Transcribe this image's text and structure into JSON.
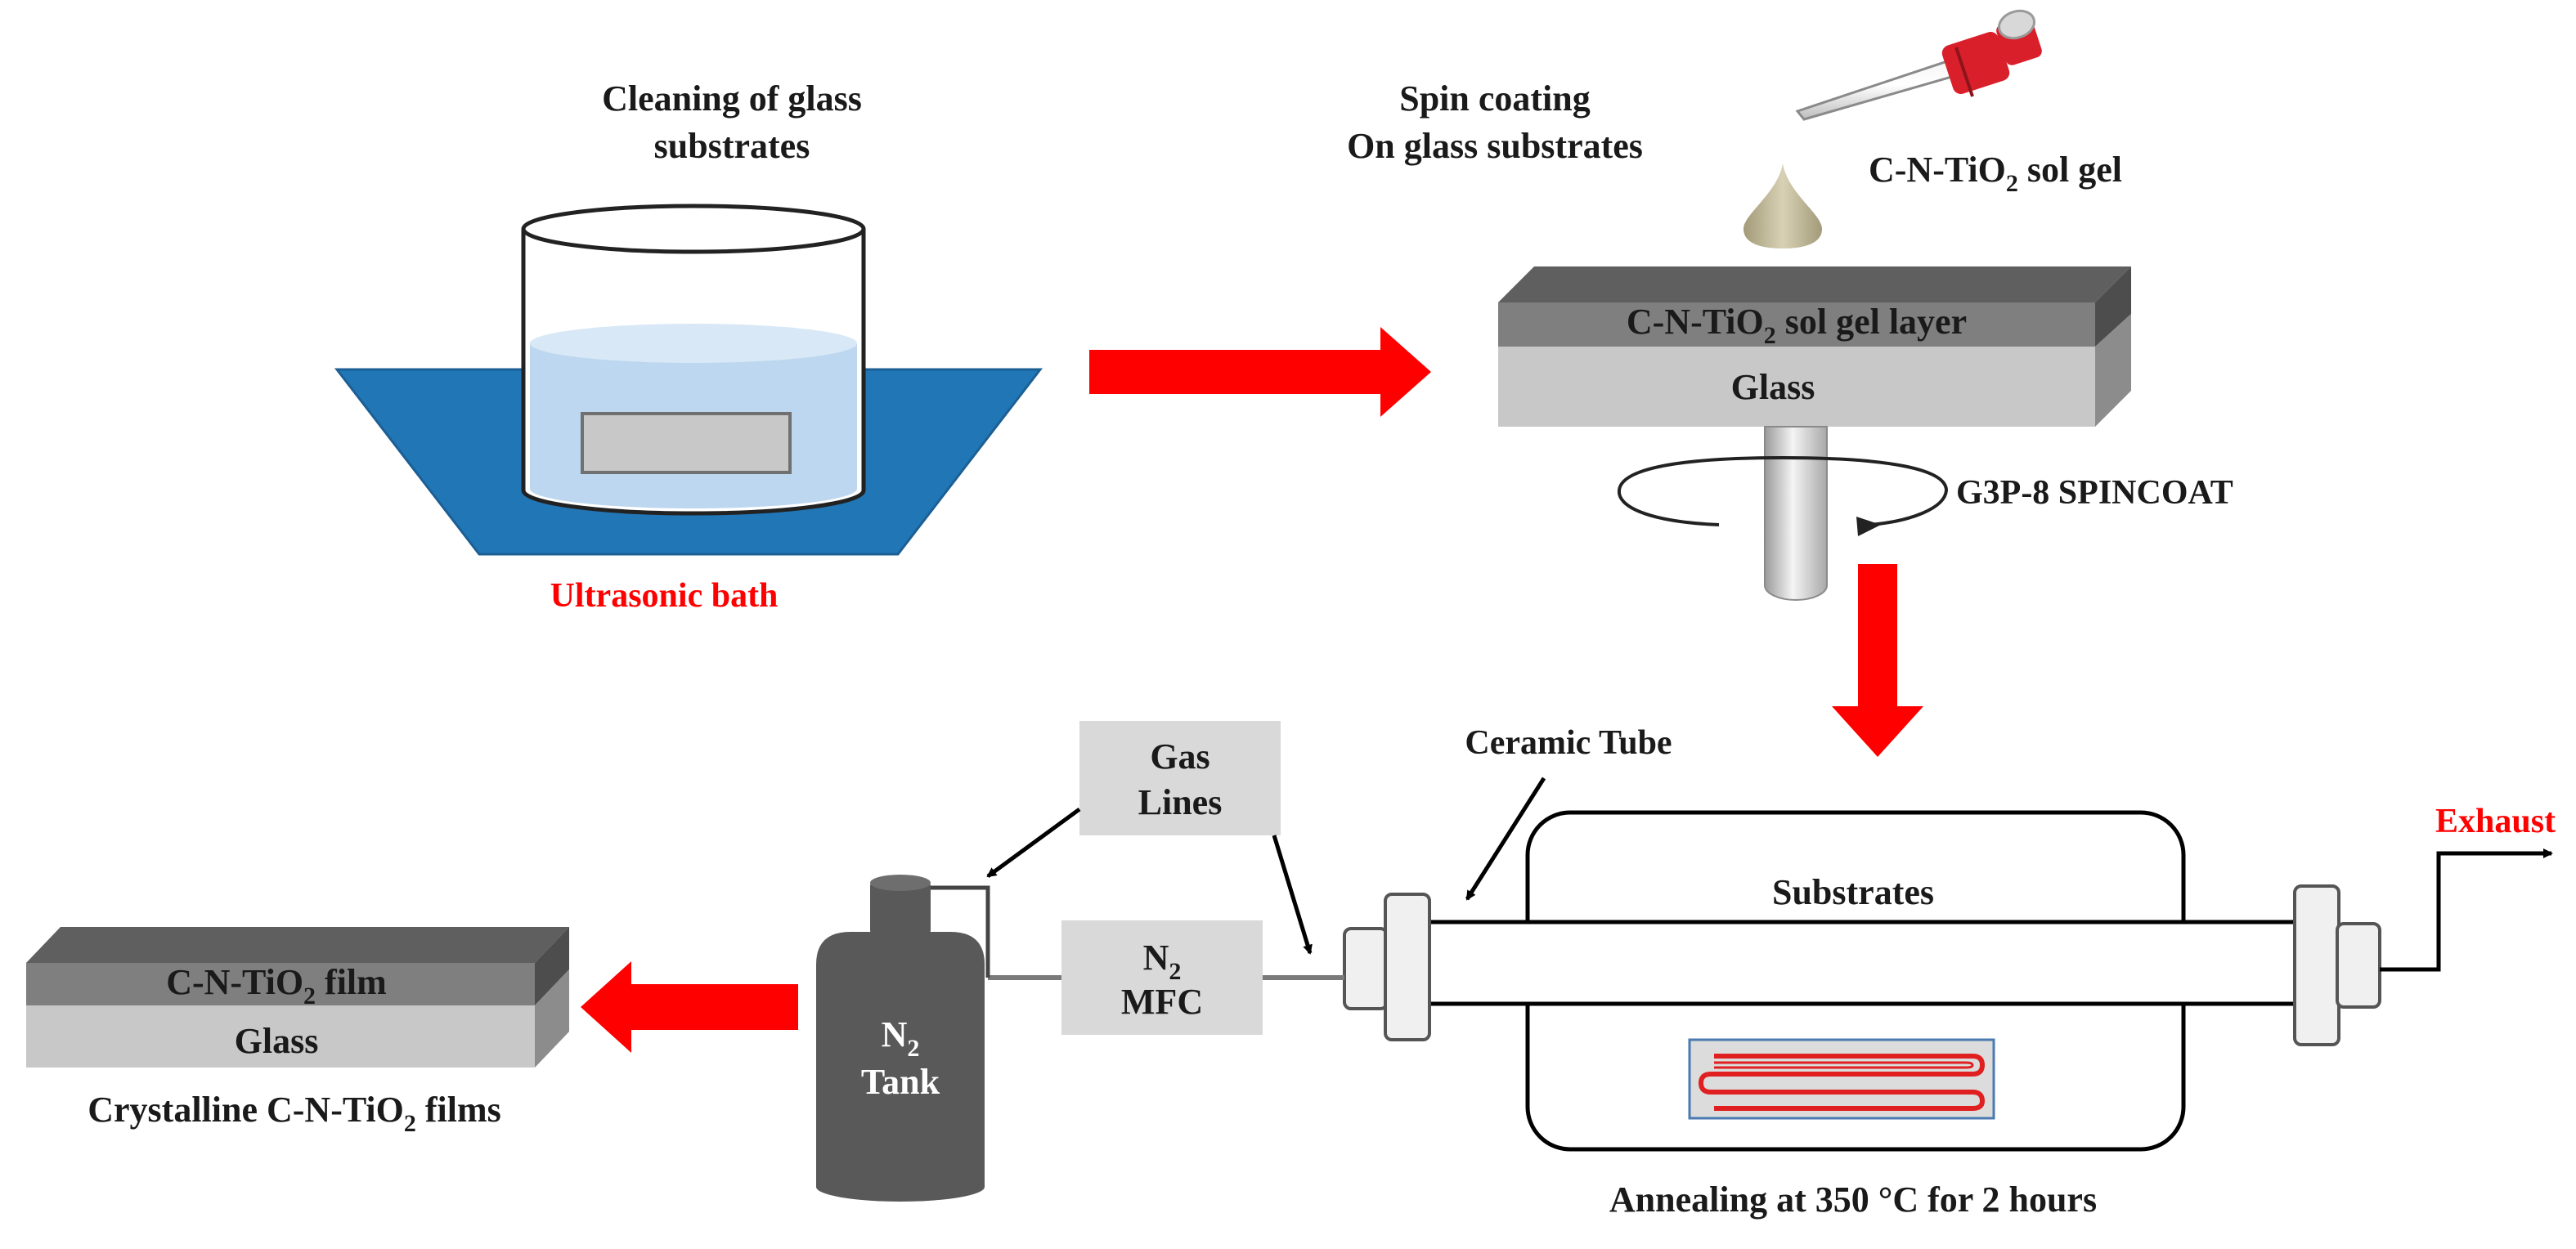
{
  "colors": {
    "arrow": "#ff0000",
    "label_red": "#ff0000",
    "text": "#1a1a1a",
    "bath_blue": "#2176b6",
    "water_blue": "#bcd7ef",
    "glass_gray": "#c8c8c8",
    "film_gray": "#7f7f7f",
    "tank_gray": "#595959",
    "box_gray": "#d9d9d9",
    "dropper_red": "#d9202a",
    "heater_red": "#e02020",
    "drop_tan": "#b5ab8a"
  },
  "labels": {
    "cleaning_line1": "Cleaning of glass",
    "cleaning_line2": "substrates",
    "ultrasonic_bath": "Ultrasonic bath",
    "spin_line1": "Spin coating",
    "spin_line2": "On glass substrates",
    "sol_gel": {
      "pre": "C-N-TiO",
      "sub": "2",
      "post": " sol gel"
    },
    "sol_gel_layer": {
      "pre": "C-N-TiO",
      "sub": "2",
      "post": " sol gel layer"
    },
    "glass_top": "Glass",
    "spincoat": "G3P-8 SPINCOAT",
    "ceramic_tube": "Ceramic Tube",
    "gas_lines_line1": "Gas",
    "gas_lines_line2": "Lines",
    "exhaust": "Exhaust",
    "substrates": "Substrates",
    "mfc": {
      "n": "N",
      "sub": "2",
      "line2": "MFC"
    },
    "tank": {
      "n": "N",
      "sub": "2",
      "line2": "Tank"
    },
    "annealing": "Annealing at 350 °C for 2 hours",
    "film_layer": {
      "pre": "C-N-TiO",
      "sub": "2",
      "post": " film"
    },
    "glass_bottom": "Glass",
    "crystalline": {
      "pre": "Crystalline C-N-TiO",
      "sub": "2",
      "post": " films"
    }
  },
  "icons": {
    "bath": "ultrasonic-bath-icon",
    "beaker": "beaker-icon",
    "dropper": "dropper-icon",
    "drop": "sol-drop-icon",
    "spin_arrow": "rotation-arrow-icon",
    "tank": "gas-tank-icon",
    "furnace": "tube-furnace-icon",
    "heater": "heating-coil-icon"
  }
}
